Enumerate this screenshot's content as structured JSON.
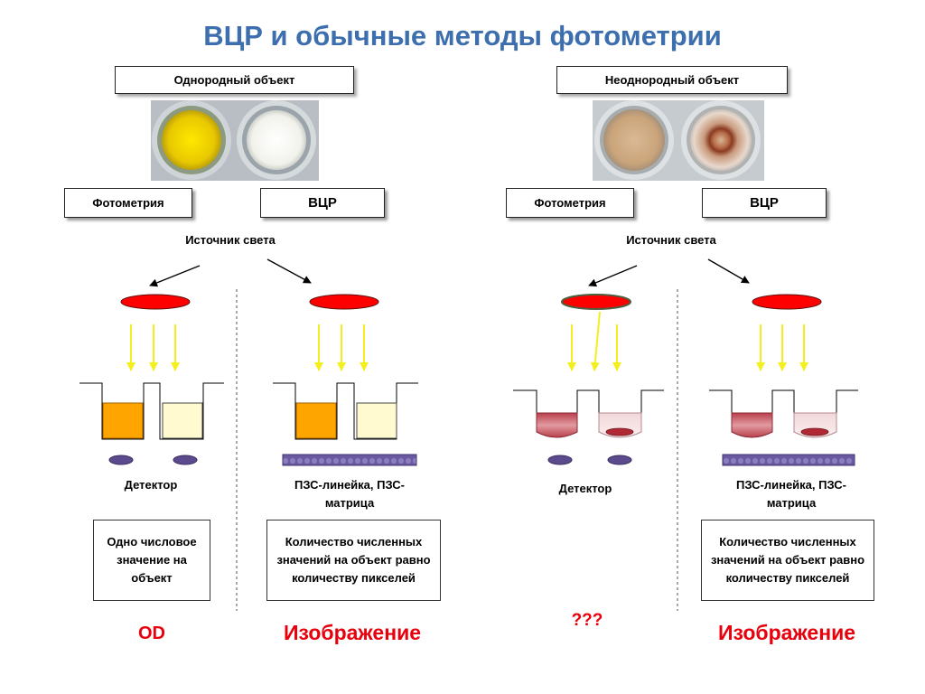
{
  "title": "ВЦР и обычные методы фотометрии",
  "left": {
    "header": "Однородный объект",
    "method_photometry": "Фотометрия",
    "method_vcr": "ВЦР",
    "source_label": "Источник света",
    "detector_label": "Детектор",
    "ccd_label": "ПЗС-линейка, ПЗС-матрица",
    "photometry_desc": "Одно числовое значение на объект",
    "vcr_desc": "Количество численных значений на объект равно  количеству пикселей",
    "photometry_result": "OD",
    "vcr_result": "Изображение"
  },
  "right": {
    "header": "Неоднородный объект",
    "method_photometry": "Фотометрия",
    "method_vcr": "ВЦР",
    "source_label": "Источник света",
    "detector_label": "Детектор",
    "ccd_label": "ПЗС-линейка, ПЗС-матрица",
    "vcr_desc": "Количество численных значений на объект равно  количеству пикселей",
    "photometry_result": "???",
    "vcr_result": "Изображение"
  },
  "colors": {
    "title": "#3d6fae",
    "result": "#e8000c",
    "light_source": "#ff0000",
    "arrow_yellow": "#f5ee1e",
    "orange_sample": "#ffa500",
    "pale_sample": "#fffad0",
    "detector": "#5b4a8c",
    "ccd": "#6b5aa2",
    "red_sample": "#c7505a"
  }
}
